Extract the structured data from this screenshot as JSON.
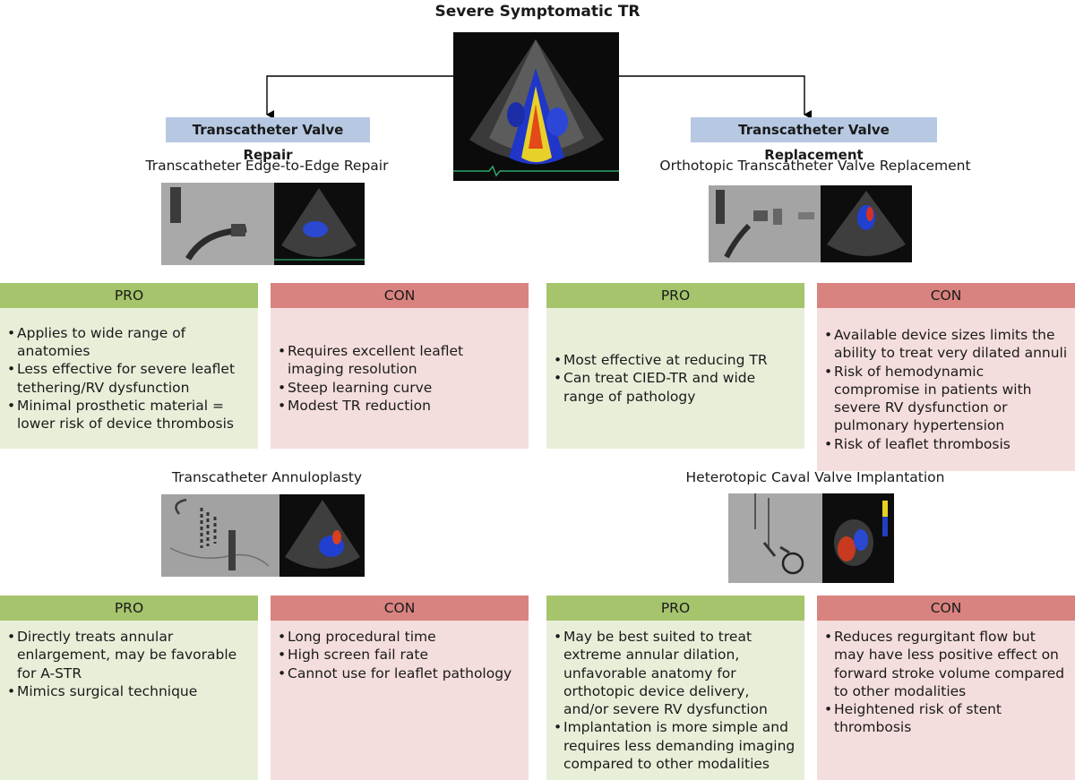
{
  "title": "Severe Symptomatic TR",
  "colors": {
    "category_label_bg": "#b7c9e2",
    "pro_header": "#a5c46c",
    "pro_body": "#e8efd9",
    "con_header": "#d98380",
    "con_body": "#f4dedd"
  },
  "repair": {
    "label": "Transcatheter Valve Repair",
    "teer": {
      "title": "Transcatheter Edge-to-Edge Repair",
      "pro_label": "PRO",
      "con_label": "CON",
      "pros": [
        "Applies to wide range of anatomies",
        "Less effective for severe leaflet tethering/RV dysfunction",
        "Minimal prosthetic material = lower risk of device thrombosis"
      ],
      "cons": [
        "Requires excellent leaflet imaging resolution",
        "Steep learning curve",
        "Modest TR reduction"
      ]
    },
    "annuloplasty": {
      "title": "Transcatheter Annuloplasty",
      "pro_label": "PRO",
      "con_label": "CON",
      "pros": [
        "Directly treats annular enlargement, may be favorable for A-STR",
        "Mimics surgical technique"
      ],
      "cons": [
        "Long procedural time",
        "High screen fail rate",
        "Cannot use for leaflet pathology"
      ]
    }
  },
  "replacement": {
    "label": "Transcatheter Valve Replacement",
    "orthotopic": {
      "title": "Orthotopic Transcatheter Valve Replacement",
      "pro_label": "PRO",
      "con_label": "CON",
      "pros": [
        "Most effective at reducing TR",
        "Can treat CIED-TR and wide range of pathology"
      ],
      "cons": [
        "Available device sizes limits the ability to treat very dilated annuli",
        "Risk of hemodynamic compromise in patients with severe RV dysfunction or pulmonary hypertension",
        "Risk of leaflet thrombosis"
      ]
    },
    "heterotopic": {
      "title": "Heterotopic Caval Valve Implantation",
      "pro_label": "PRO",
      "con_label": "CON",
      "pros": [
        "May be best suited to treat extreme annular dilation, unfavorable anatomy for orthotopic device delivery, and/or severe RV dysfunction",
        "Implantation is more simple and requires less demanding imaging compared to other modalities"
      ],
      "cons": [
        "Reduces regurgitant flow but may have less positive effect on forward stroke volume compared to other modalities",
        "Heightened risk of stent thrombosis"
      ]
    }
  }
}
